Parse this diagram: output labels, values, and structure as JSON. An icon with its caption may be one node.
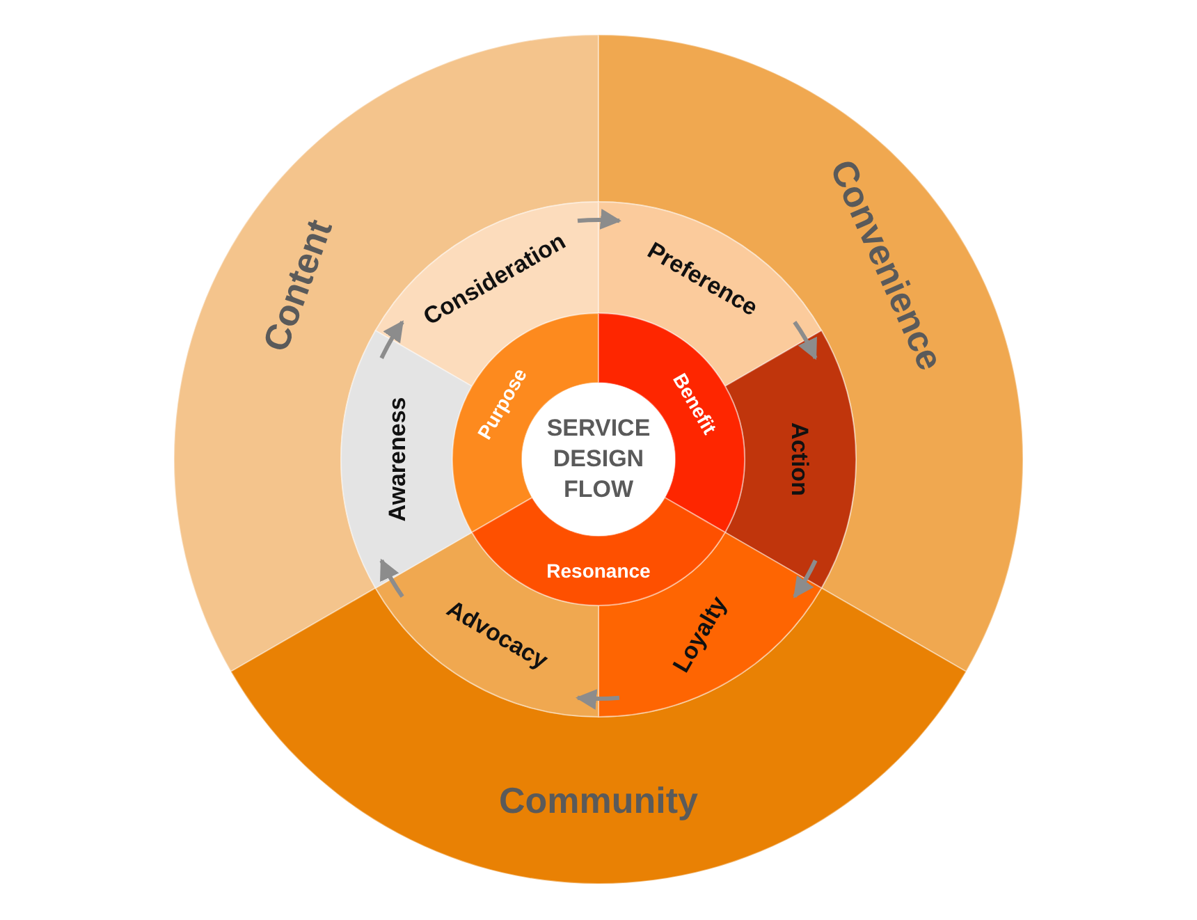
{
  "diagram": {
    "nodes": [
      {
        "text": [
          "Content"
        ]
      },
      {
        "text": [
          "Convenience"
        ]
      },
      {
        "text": [
          "Community"
        ]
      },
      {
        "text": [
          "Consideration"
        ]
      },
      {
        "text": [
          "Preference"
        ]
      },
      {
        "text": [
          "Action"
        ]
      },
      {
        "text": [
          "Loyalty"
        ]
      },
      {
        "text": [
          "Advocacy"
        ]
      },
      {
        "text": [
          "Awareness"
        ]
      },
      {
        "text": [
          "Purpose"
        ]
      },
      {
        "text": [
          "Benefit"
        ]
      },
      {
        "text": [
          "Resonance"
        ]
      },
      {
        "text": [
          "SERVICE DESIGN FLOW"
        ]
      }
    ],
    "edges": [
      {
        "from": 8,
        "to": 3,
        "arrow": "to"
      },
      {
        "from": 3,
        "to": 4,
        "arrow": "to"
      },
      {
        "from": 4,
        "to": 5,
        "arrow": "to"
      },
      {
        "from": 5,
        "to": 6,
        "arrow": "to"
      },
      {
        "from": 6,
        "to": 7,
        "arrow": "to"
      },
      {
        "from": 7,
        "to": 8,
        "arrow": "to"
      }
    ]
  }
}
